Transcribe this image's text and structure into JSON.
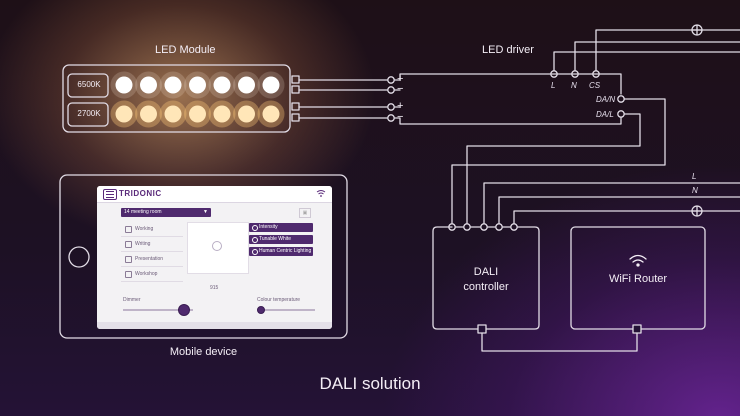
{
  "title": "DALI solution",
  "led_module": {
    "label": "LED Module",
    "rows": [
      {
        "label": "6500K",
        "led_count": 7,
        "color": "#ffffff"
      },
      {
        "label": "2700K",
        "led_count": 7,
        "color": "#ffe6b8"
      }
    ]
  },
  "led_driver": {
    "label": "LED driver",
    "output_terminals": [
      "+",
      "−",
      "+",
      "−"
    ],
    "input_terminals": [
      "L",
      "N",
      "CS"
    ],
    "bus_terminals": [
      "DA/N",
      "DA/L"
    ]
  },
  "dali_controller": {
    "line1": "DALI",
    "line2": "controller"
  },
  "wifi_router": {
    "label": "WiFi Router"
  },
  "mains": {
    "line_label": "L",
    "neutral_label": "N"
  },
  "mobile_device": {
    "label": "Mobile device",
    "app": {
      "brand": "TRIDONIC",
      "room": "14 meeting room",
      "scenes": [
        "Working",
        "Writing",
        "Presentation",
        "Workshop"
      ],
      "modes": [
        "Intensity",
        "Tunable White",
        "Human Centric Lighting"
      ],
      "value": "915",
      "dimmer_label": "Dimmer",
      "dimmer_level": 0.85,
      "colour_label": "Colour temperature",
      "colour_level": 0.05
    }
  },
  "colors": {
    "wire": "#e2dce6",
    "app_accent": "#4f2a6e",
    "background": "#1d1124"
  }
}
